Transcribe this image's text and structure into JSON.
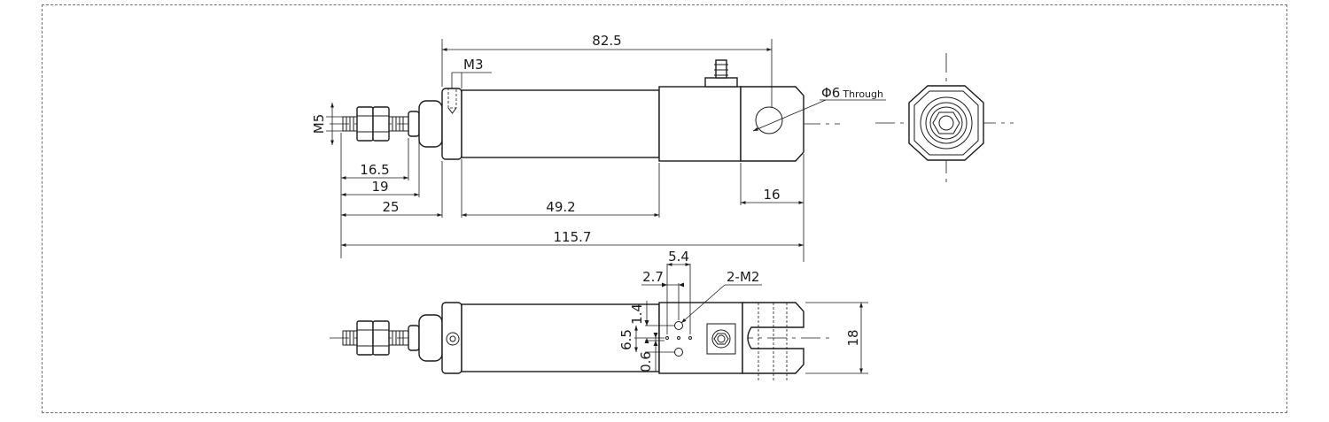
{
  "dimensions": {
    "d_82_5": "82.5",
    "d_m3": "M3",
    "d_m5": "M5",
    "d_phi6": "Φ6",
    "d_through": "Through",
    "d_16_5": "16.5",
    "d_19": "19",
    "d_25": "25",
    "d_49_2": "49.2",
    "d_16": "16",
    "d_115_7": "115.7",
    "d_5_4": "5.4",
    "d_2_7": "2.7",
    "d_2m2": "2-M2",
    "d_1_4": "1.4",
    "d_6_5": "6.5",
    "d_0_6": "0.6",
    "d_18": "18"
  },
  "colors": {
    "line": "#1a1a1a",
    "frame": "#707070",
    "background": "#ffffff"
  }
}
